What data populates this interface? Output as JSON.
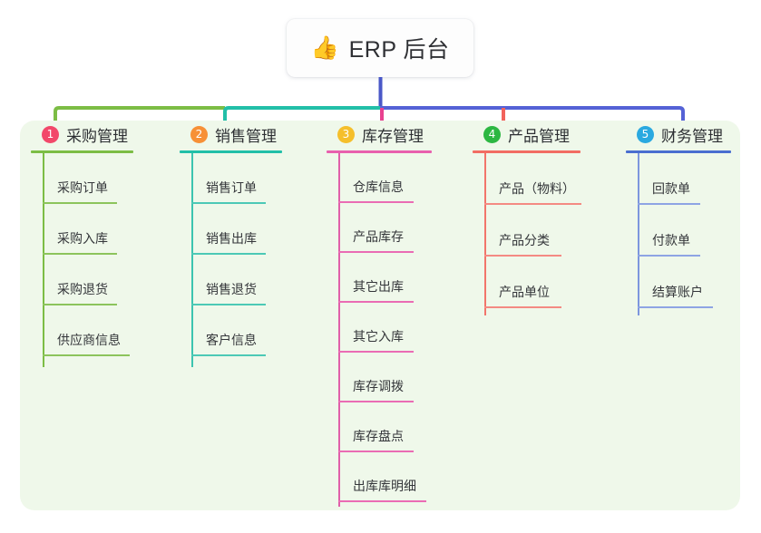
{
  "diagram": {
    "type": "mind-map",
    "root": {
      "icon": "thumbs-up-emoji",
      "emoji": "👍",
      "title": "ERP 后台"
    },
    "panel_color": "#eff8ea",
    "branches": [
      {
        "index": "1",
        "title": "采购管理",
        "badge_color": "#f2486a",
        "line_color": "#7cbd45",
        "items": [
          "采购订单",
          "采购入库",
          "采购退货",
          "供应商信息"
        ]
      },
      {
        "index": "2",
        "title": "销售管理",
        "badge_color": "#f79036",
        "line_color": "#22bfa8",
        "items": [
          "销售订单",
          "销售出库",
          "销售退货",
          "客户信息"
        ]
      },
      {
        "index": "3",
        "title": "库存管理",
        "badge_color": "#f5bf2b",
        "line_color": "#e860ae",
        "items": [
          "仓库信息",
          "产品库存",
          "其它出库",
          "其它入库",
          "库存调拨",
          "库存盘点",
          "出库库明细"
        ]
      },
      {
        "index": "4",
        "title": "产品管理",
        "badge_color": "#2cb742",
        "line_color": "#f26d63",
        "items": [
          "产品（物料）",
          "产品分类",
          "产品单位"
        ]
      },
      {
        "index": "5",
        "title": "财务管理",
        "badge_color": "#2aa9e0",
        "line_color": "#4a6ed0",
        "items": [
          "回款单",
          "付款单",
          "结算账户"
        ]
      }
    ],
    "connector_colors": {
      "root_stem": "#4a58c8",
      "segment_green": "#7cbd45",
      "segment_teal": "#22bfa8",
      "segment_blue": "#5562d6",
      "stub_pink": "#e8418f",
      "stub_red": "#f2635c"
    }
  }
}
